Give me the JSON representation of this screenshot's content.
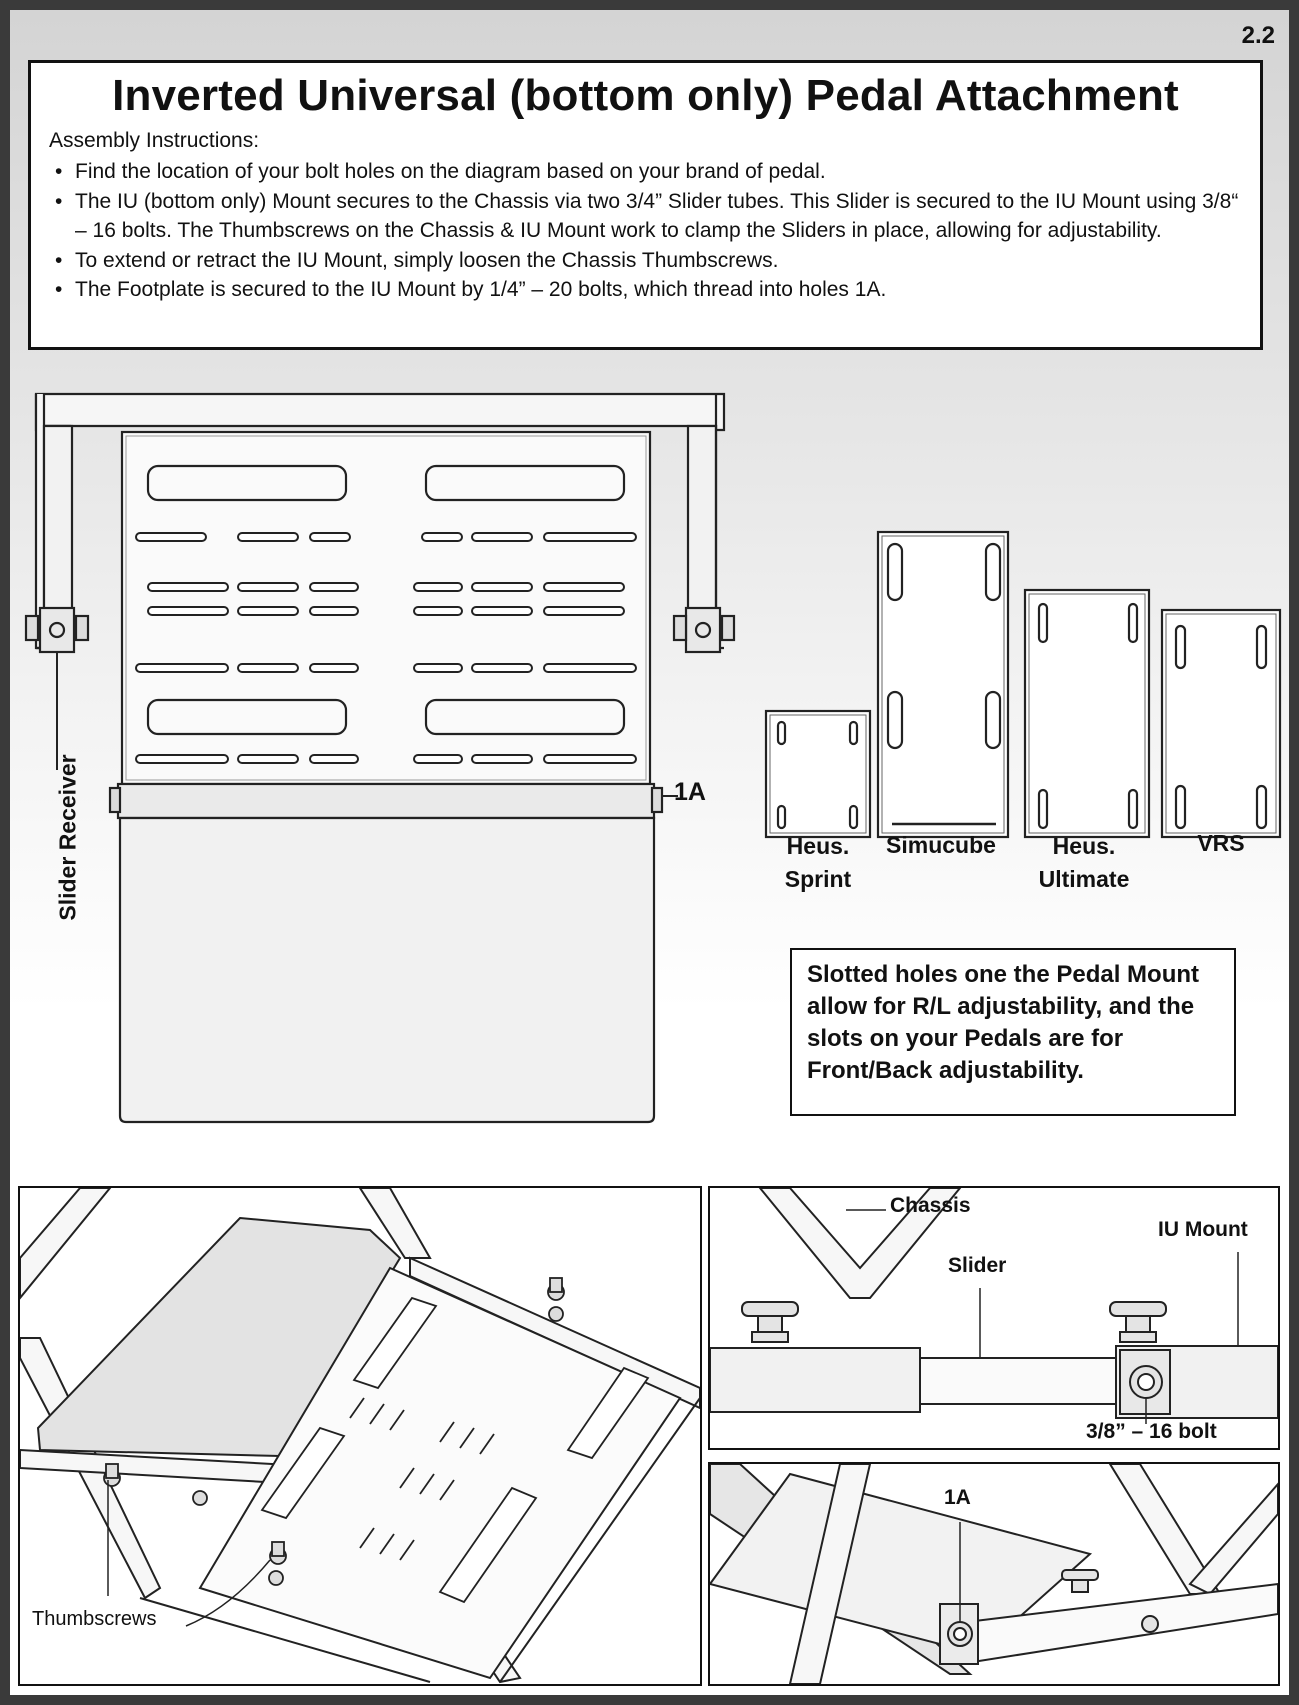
{
  "page_number": "2.2",
  "title": "Inverted Universal (bottom only) Pedal Attachment",
  "intro": "Assembly Instructions:",
  "instructions": [
    "Find the location of your bolt holes on the diagram based on your brand of pedal.",
    "The IU (bottom only) Mount secures to the Chassis via two 3/4” Slider tubes. This Slider is secured to the IU Mount using 3/8“ – 16 bolts. The Thumbscrews on the Chassis & IU Mount work to clamp the Sliders in place, allowing for adjustability.",
    "To extend or retract the IU Mount, simply loosen the Chassis Thumbscrews.",
    "The Footplate is secured to the IU Mount by 1/4” – 20 bolts, which thread into holes 1A."
  ],
  "diagram": {
    "slider_receiver_label": "Slider Receiver",
    "hole_label": "1A"
  },
  "pedals": {
    "heus_sprint": "Heus. Sprint",
    "simucube": "Simucube",
    "heus_ultimate": "Heus. Ultimate",
    "vrs": "VRS"
  },
  "note": "Slotted holes one the Pedal Mount allow for R/L adjustability, and the slots on your Pedals are for Front/Back adjustability.",
  "panel_iso": {
    "thumbscrews_label": "Thumbscrews"
  },
  "panel_side": {
    "chassis_label": "Chassis",
    "slider_label": "Slider",
    "iu_mount_label": "IU Mount",
    "bolt_label": "3/8” – 16 bolt"
  },
  "panel_detail": {
    "hole_label": "1A"
  }
}
